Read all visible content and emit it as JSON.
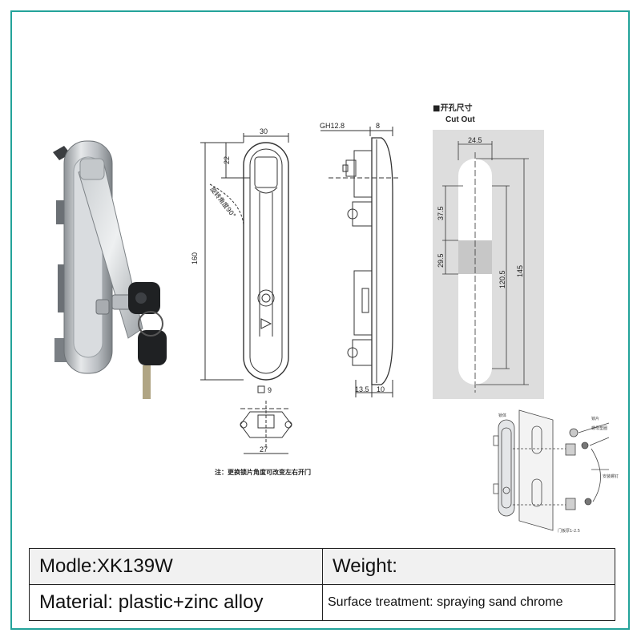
{
  "drawing": {
    "dims_front": {
      "width": "30",
      "top_offset": "22",
      "height": "160",
      "rotation_note": "旋转角度90°",
      "slot": "9",
      "cam_width": "27"
    },
    "dims_side": {
      "thread": "GH12.8",
      "thickness": "8",
      "bottom_a": "13.5",
      "bottom_b": "10"
    },
    "cutout": {
      "title_cn": "■开孔尺寸",
      "title_en": "Cut Out",
      "width": "24.5",
      "seg_top": "37.5",
      "seg_mid": "29.5",
      "inner_len": "120.5",
      "total_len": "145"
    },
    "note": "注：更换锁片角度可改变左右开门"
  },
  "specs": {
    "model_label": "Modle:XK139W",
    "weight_label": "Weight:",
    "material_label": "Material: plastic+zinc alloy",
    "surface_label": "Surface treatment: spraying sand chrome"
  },
  "colors": {
    "border": "#23a39a",
    "cutout_bg": "#dddddd",
    "header_row": "#f1f1f1"
  }
}
